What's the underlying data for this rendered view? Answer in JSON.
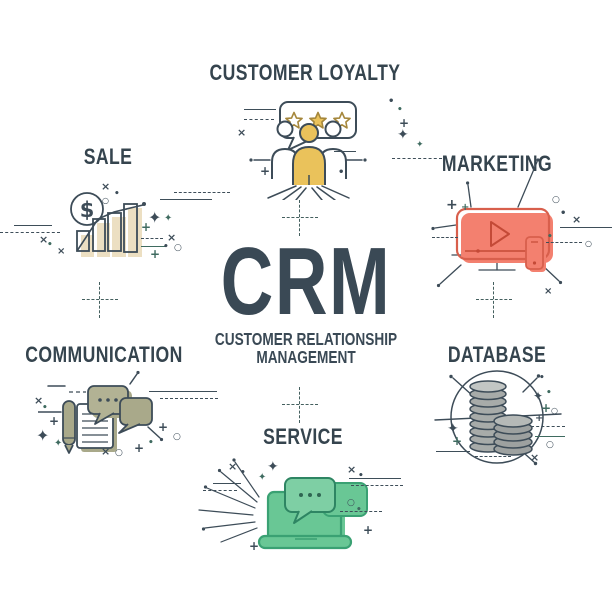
{
  "brand": {
    "main_title": "CRM",
    "subtitle_line1": "CUSTOMER RELATIONSHIP",
    "subtitle_line2": "MANAGEMENT"
  },
  "sections": {
    "customer_loyalty": {
      "label": "CUSTOMER LOYALTY",
      "icon": "customers-with-rating-stars-icon",
      "accent_fill": "#eac25b"
    },
    "sale": {
      "label": "SALE",
      "icon": "growth-bar-chart-with-dollar-icon",
      "accent_fill": "#ecdfc2"
    },
    "marketing": {
      "label": "MARKETING",
      "icon": "video-player-with-phone-icon",
      "accent_fill": "#f3806f"
    },
    "communication": {
      "label": "COMMUNICATION",
      "icon": "chat-bubbles-notepad-pen-icon",
      "accent_fill": "#a9a98a"
    },
    "database": {
      "label": "DATABASE",
      "icon": "coin-stacks-icon",
      "accent_fill": "#a7aba9"
    },
    "service": {
      "label": "SERVICE",
      "icon": "laptop-with-chat-bubbles-icon",
      "accent_fill": "#69c795"
    }
  },
  "glyphs": {
    "sparkle": "✦",
    "plus": "+",
    "cross": "×",
    "dot": "•",
    "ring": "○",
    "dollar": "$"
  },
  "colors": {
    "ink": "#3d4c58",
    "teal_accent": "#3f6b60",
    "background": "#ffffff",
    "yellow": "#eac25b",
    "gold_outline": "#a5873c",
    "beige": "#ecdfc2",
    "salmon": "#f3806f",
    "salmon_outline": "#d85f4c",
    "red_detail": "#c44a37",
    "olive": "#a9a98a",
    "gray": "#a7aba9",
    "green": "#69c795",
    "green_outline": "#3aa173"
  }
}
